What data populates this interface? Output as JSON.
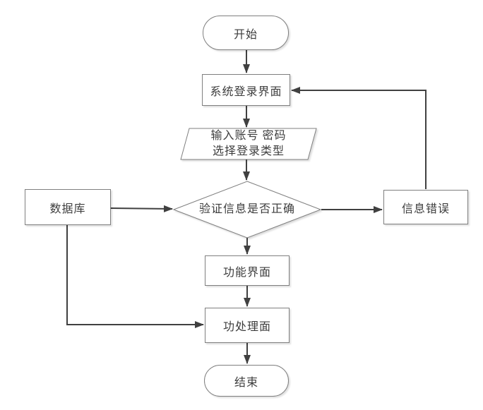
{
  "nodes": {
    "start": {
      "label": "开始"
    },
    "login": {
      "label": "系统登录界面"
    },
    "input": {
      "line1": "输入账号 密码",
      "line2": "选择登录类型"
    },
    "verify": {
      "label": "验证信息是否正确"
    },
    "database": {
      "label": "数据库"
    },
    "error": {
      "label": "信息错误"
    },
    "function": {
      "label": "功能界面"
    },
    "process": {
      "label": "功处理面"
    },
    "end": {
      "label": "结束"
    }
  },
  "edges": [
    {
      "from": "start",
      "to": "login"
    },
    {
      "from": "login",
      "to": "input"
    },
    {
      "from": "input",
      "to": "verify"
    },
    {
      "from": "verify",
      "to": "function"
    },
    {
      "from": "function",
      "to": "process"
    },
    {
      "from": "process",
      "to": "end"
    },
    {
      "from": "database",
      "to": "verify"
    },
    {
      "from": "verify",
      "to": "error"
    },
    {
      "from": "error",
      "to": "login"
    },
    {
      "from": "database",
      "to": "process"
    }
  ],
  "colors": {
    "line": "#404040",
    "border": "#7f7f7f",
    "text": "#3d3d3d",
    "background": "#ffffff"
  }
}
